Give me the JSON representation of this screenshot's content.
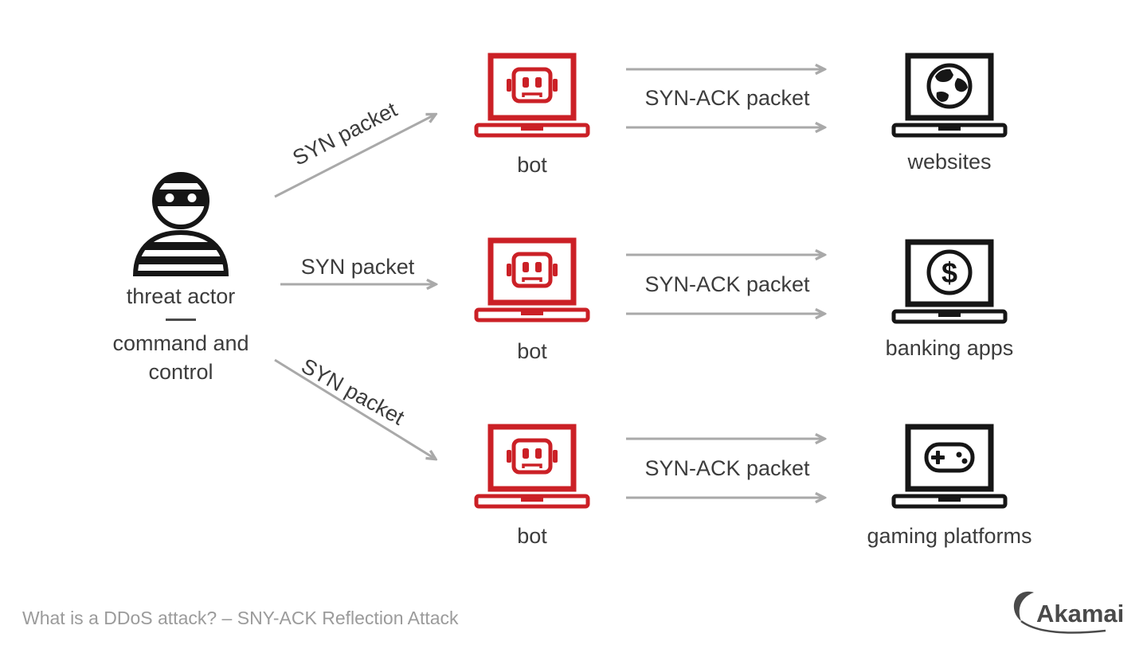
{
  "page": {
    "caption": "What is a DDoS attack? – SNY-ACK Reflection Attack",
    "brand": "Akamai",
    "background": "#ffffff"
  },
  "colors": {
    "bot_red": "#cb2026",
    "target_black": "#161616",
    "arrow_gray": "#a9a9a9",
    "label_dark": "#3c3c3c",
    "caption_gray": "#9b9b9b"
  },
  "icons": {
    "threat_actor": "masked-attacker-icon",
    "bot": "robot-laptop-icon",
    "websites": "globe-laptop-icon",
    "banking": "dollar-laptop-icon",
    "gaming": "game-controller-laptop-icon",
    "dollar_glyph": "$"
  },
  "threat_actor": {
    "label": "threat actor",
    "sublabel": "command and control"
  },
  "syn_arrows": [
    {
      "label": "SYN packet"
    },
    {
      "label": "SYN packet"
    },
    {
      "label": "SYN packet"
    }
  ],
  "rows": [
    {
      "bot_label": "bot",
      "synack_label": "SYN-ACK packet",
      "target_label": "websites"
    },
    {
      "bot_label": "bot",
      "synack_label": "SYN-ACK packet",
      "target_label": "banking apps"
    },
    {
      "bot_label": "bot",
      "synack_label": "SYN-ACK packet",
      "target_label": "gaming platforms"
    }
  ]
}
